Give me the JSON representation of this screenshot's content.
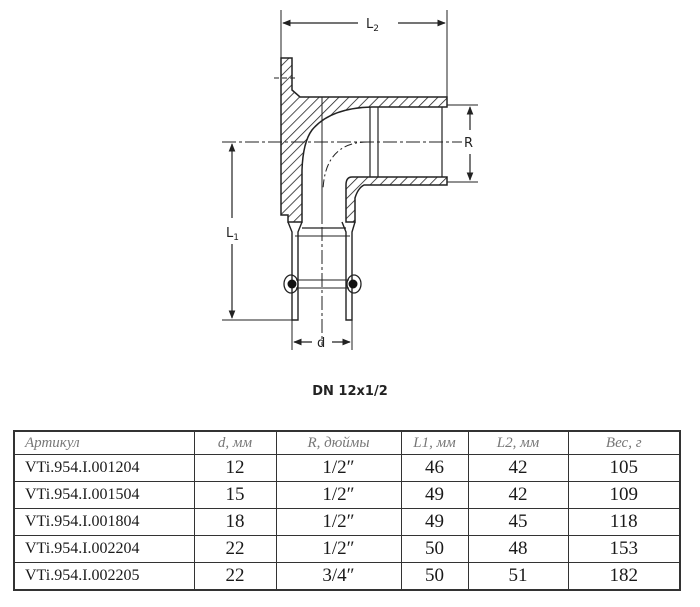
{
  "drawing": {
    "labels": {
      "L2": "L",
      "L2_sub": "2",
      "L1": "L",
      "L1_sub": "1",
      "R": "R",
      "d": "d"
    }
  },
  "caption": "DN 12x1/2",
  "table": {
    "headers": [
      "Артикул",
      "d, мм",
      "R, дюймы",
      "L1, мм",
      "L2, мм",
      "Вес, г"
    ],
    "rows": [
      [
        "VTi.954.I.001204",
        "12",
        "1/2″",
        "46",
        "42",
        "105"
      ],
      [
        "VTi.954.I.001504",
        "15",
        "1/2″",
        "49",
        "42",
        "109"
      ],
      [
        "VTi.954.I.001804",
        "18",
        "1/2″",
        "49",
        "45",
        "118"
      ],
      [
        "VTi.954.I.002204",
        "22",
        "1/2″",
        "50",
        "48",
        "153"
      ],
      [
        "VTi.954.I.002205",
        "22",
        "3/4″",
        "50",
        "51",
        "182"
      ]
    ]
  }
}
